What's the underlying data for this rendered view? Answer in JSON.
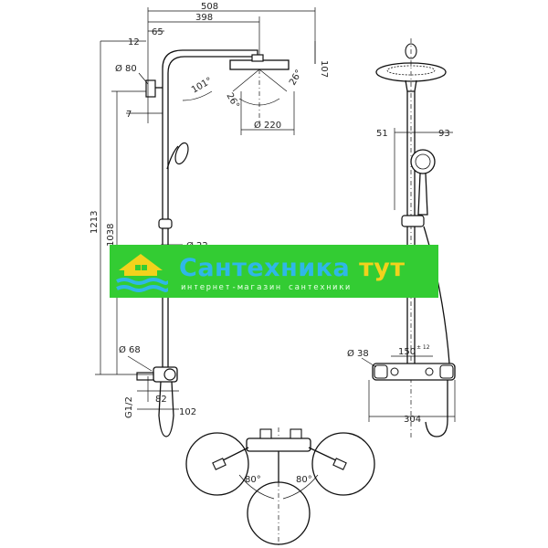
{
  "dimensions": {
    "d508": "508",
    "d398": "398",
    "d65": "65",
    "d12": "12",
    "d107": "107",
    "d_dia80": "Ø 80",
    "d101": "101°",
    "d26a": "26°",
    "d26b": "26°",
    "d_dia220": "Ø 220",
    "d7": "7",
    "d1213": "1213",
    "d1038": "1038",
    "d_dia22": "Ø 22",
    "d_dia68": "Ø 68",
    "d82": "82",
    "d102": "102",
    "dG12": "G1/2",
    "d51": "51",
    "d93": "93",
    "d_dia38": "Ø 38",
    "d150": "150",
    "d150tol": "± 12",
    "d304": "304",
    "d80a": "80°",
    "d80b": "80°"
  },
  "banner": {
    "brand_main": "Сантехника",
    "brand_accent": "тут",
    "tagline": "интернет-магазин сантехники",
    "color_bg": "#33cc33",
    "color_main": "#2fb7e8",
    "color_accent": "#f2d21c"
  }
}
